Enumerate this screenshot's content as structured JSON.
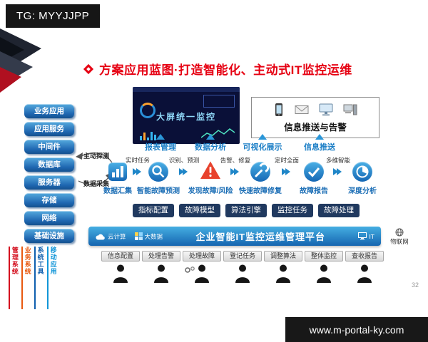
{
  "watermarks": {
    "top_left": "TG: MYYJJPP",
    "bottom_right": "www.m-portal-ky.com"
  },
  "slide": {
    "title": "方案应用蓝图·打造智能化、主动式IT监控运维",
    "page_number": "32"
  },
  "stack": {
    "layers": [
      "业务应用",
      "应用服务",
      "中间件",
      "数据库",
      "服务器",
      "存储",
      "网络",
      "基础设施"
    ]
  },
  "side_tabs": [
    {
      "label": "管理系统",
      "color": "#d4101f"
    },
    {
      "label": "业务系统",
      "color": "#e8590f"
    },
    {
      "label": "系统工具",
      "color": "#0f5fae"
    },
    {
      "label": "移动应用",
      "color": "#1296d8"
    }
  ],
  "dashboard": {
    "caption": "大屏统一监控"
  },
  "push_box": {
    "label": "信息推送与告警",
    "icons": [
      "phone",
      "mail",
      "monitor",
      "pc"
    ]
  },
  "output_labels": [
    "报表管理",
    "数据分析",
    "可视化展示",
    "信息推送"
  ],
  "flow": {
    "left_arrows": [
      "主动探测",
      "数据采集"
    ],
    "nodes": [
      {
        "label": "数据汇集",
        "icon": "bar-chart"
      },
      {
        "label": "智能故障预测",
        "icon": "magnifier"
      },
      {
        "label": "发现故障/风险",
        "icon": "warning-triangle"
      },
      {
        "label": "快速故障修复",
        "icon": "wrench"
      },
      {
        "label": "故障报告",
        "icon": "check"
      },
      {
        "label": "深度分析",
        "icon": "pie-chart"
      }
    ],
    "edge_labels": [
      "实时任务",
      "识别、预测",
      "告警、修复",
      "定时全面",
      "多维智能"
    ]
  },
  "modules": [
    "指标配置",
    "故障模型",
    "算法引擎",
    "监控任务",
    "故障处理"
  ],
  "platform": {
    "title": "企业智能IT监控运维管理平台",
    "badges": [
      {
        "label": "云计算",
        "icon": "cloud"
      },
      {
        "label": "大数据",
        "icon": "data-grid"
      },
      {
        "label": "IT",
        "icon": "monitor"
      },
      {
        "label": "物联网",
        "icon": "globe"
      }
    ]
  },
  "roles": [
    "信息配置",
    "处理告警",
    "处理故障",
    "登记任务",
    "调整算法",
    "整体监控",
    "查收报告"
  ],
  "colors": {
    "title_red": "#e60012",
    "accent_blue": "#2a96d8",
    "module_navy": "#20395f",
    "warning_red": "#e8432e",
    "stack_blue": "#1e66b0",
    "platform_blue": "#1565b0"
  }
}
